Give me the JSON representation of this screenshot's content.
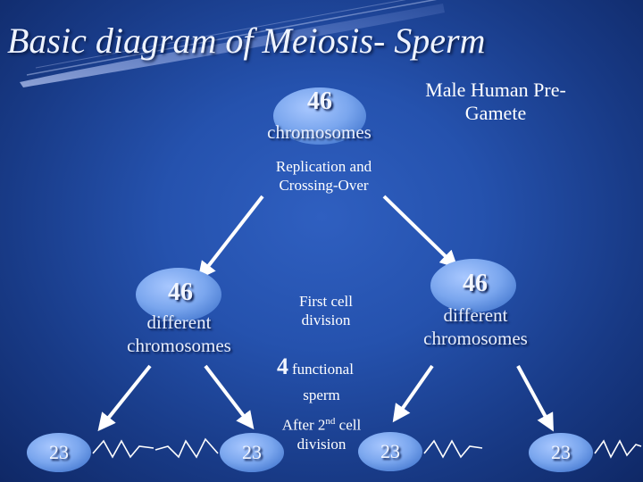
{
  "title": "Basic diagram of Meiosis- Sperm",
  "pre_gamete_label_line1": "Male Human Pre-",
  "pre_gamete_label_line2": "Gamete",
  "top_cell": {
    "count": "46",
    "label": "chromosomes"
  },
  "replication_line1": "Replication and",
  "replication_line2": "Crossing-Over",
  "left_cell": {
    "count": "46",
    "line1": "different",
    "line2": "chromosomes"
  },
  "right_cell": {
    "count": "46",
    "line1": "different",
    "line2": "chromosomes"
  },
  "first_division_line1": "First cell",
  "first_division_line2": "division",
  "functional_number": "4",
  "functional_word": "functional",
  "functional_line2": "sperm",
  "after_prefix": "After 2",
  "after_superscript": "nd",
  "after_suffix": " cell",
  "division_word": "division",
  "sperm_cells": [
    "23",
    "23",
    "23",
    "23"
  ],
  "colors": {
    "background": "#2552ae",
    "cell_fill": "#7aa6ee",
    "arrow": "#ffffff",
    "text": "#ffffff"
  },
  "icons": [
    "arrow-icon",
    "sperm-tail-icon",
    "title-swoosh-icon"
  ]
}
